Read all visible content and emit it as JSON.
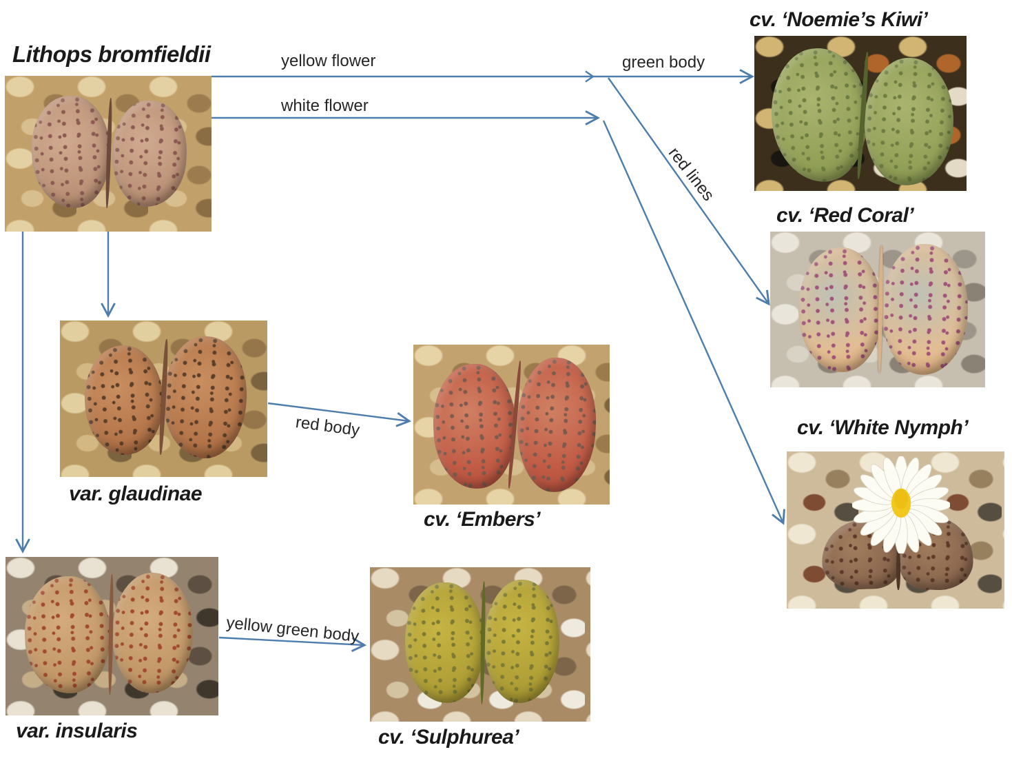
{
  "colors": {
    "arrow": "#4d7dad",
    "text": "#1f1f1f"
  },
  "nodes": {
    "root": {
      "label": "Lithops bromfieldii"
    },
    "glaudinae": {
      "label": "var. glaudinae"
    },
    "insularis": {
      "label": "var. insularis"
    },
    "noemies_kiwi": {
      "label": "cv. ‘Noemie’s Kiwi’"
    },
    "red_coral": {
      "label": "cv. ‘Red Coral’"
    },
    "white_nymph": {
      "label": "cv. ‘White Nymph’"
    },
    "embers": {
      "label": "cv. ‘Embers’"
    },
    "sulphurea": {
      "label": "cv. ‘Sulphurea’"
    }
  },
  "edges": {
    "yellow_flower": {
      "label": "yellow flower"
    },
    "white_flower": {
      "label": "white flower"
    },
    "green_body": {
      "label": "green body"
    },
    "red_lines": {
      "label": "red lines"
    },
    "red_body": {
      "label": "red body"
    },
    "yellow_green_body": {
      "label": "yellow green body"
    }
  }
}
